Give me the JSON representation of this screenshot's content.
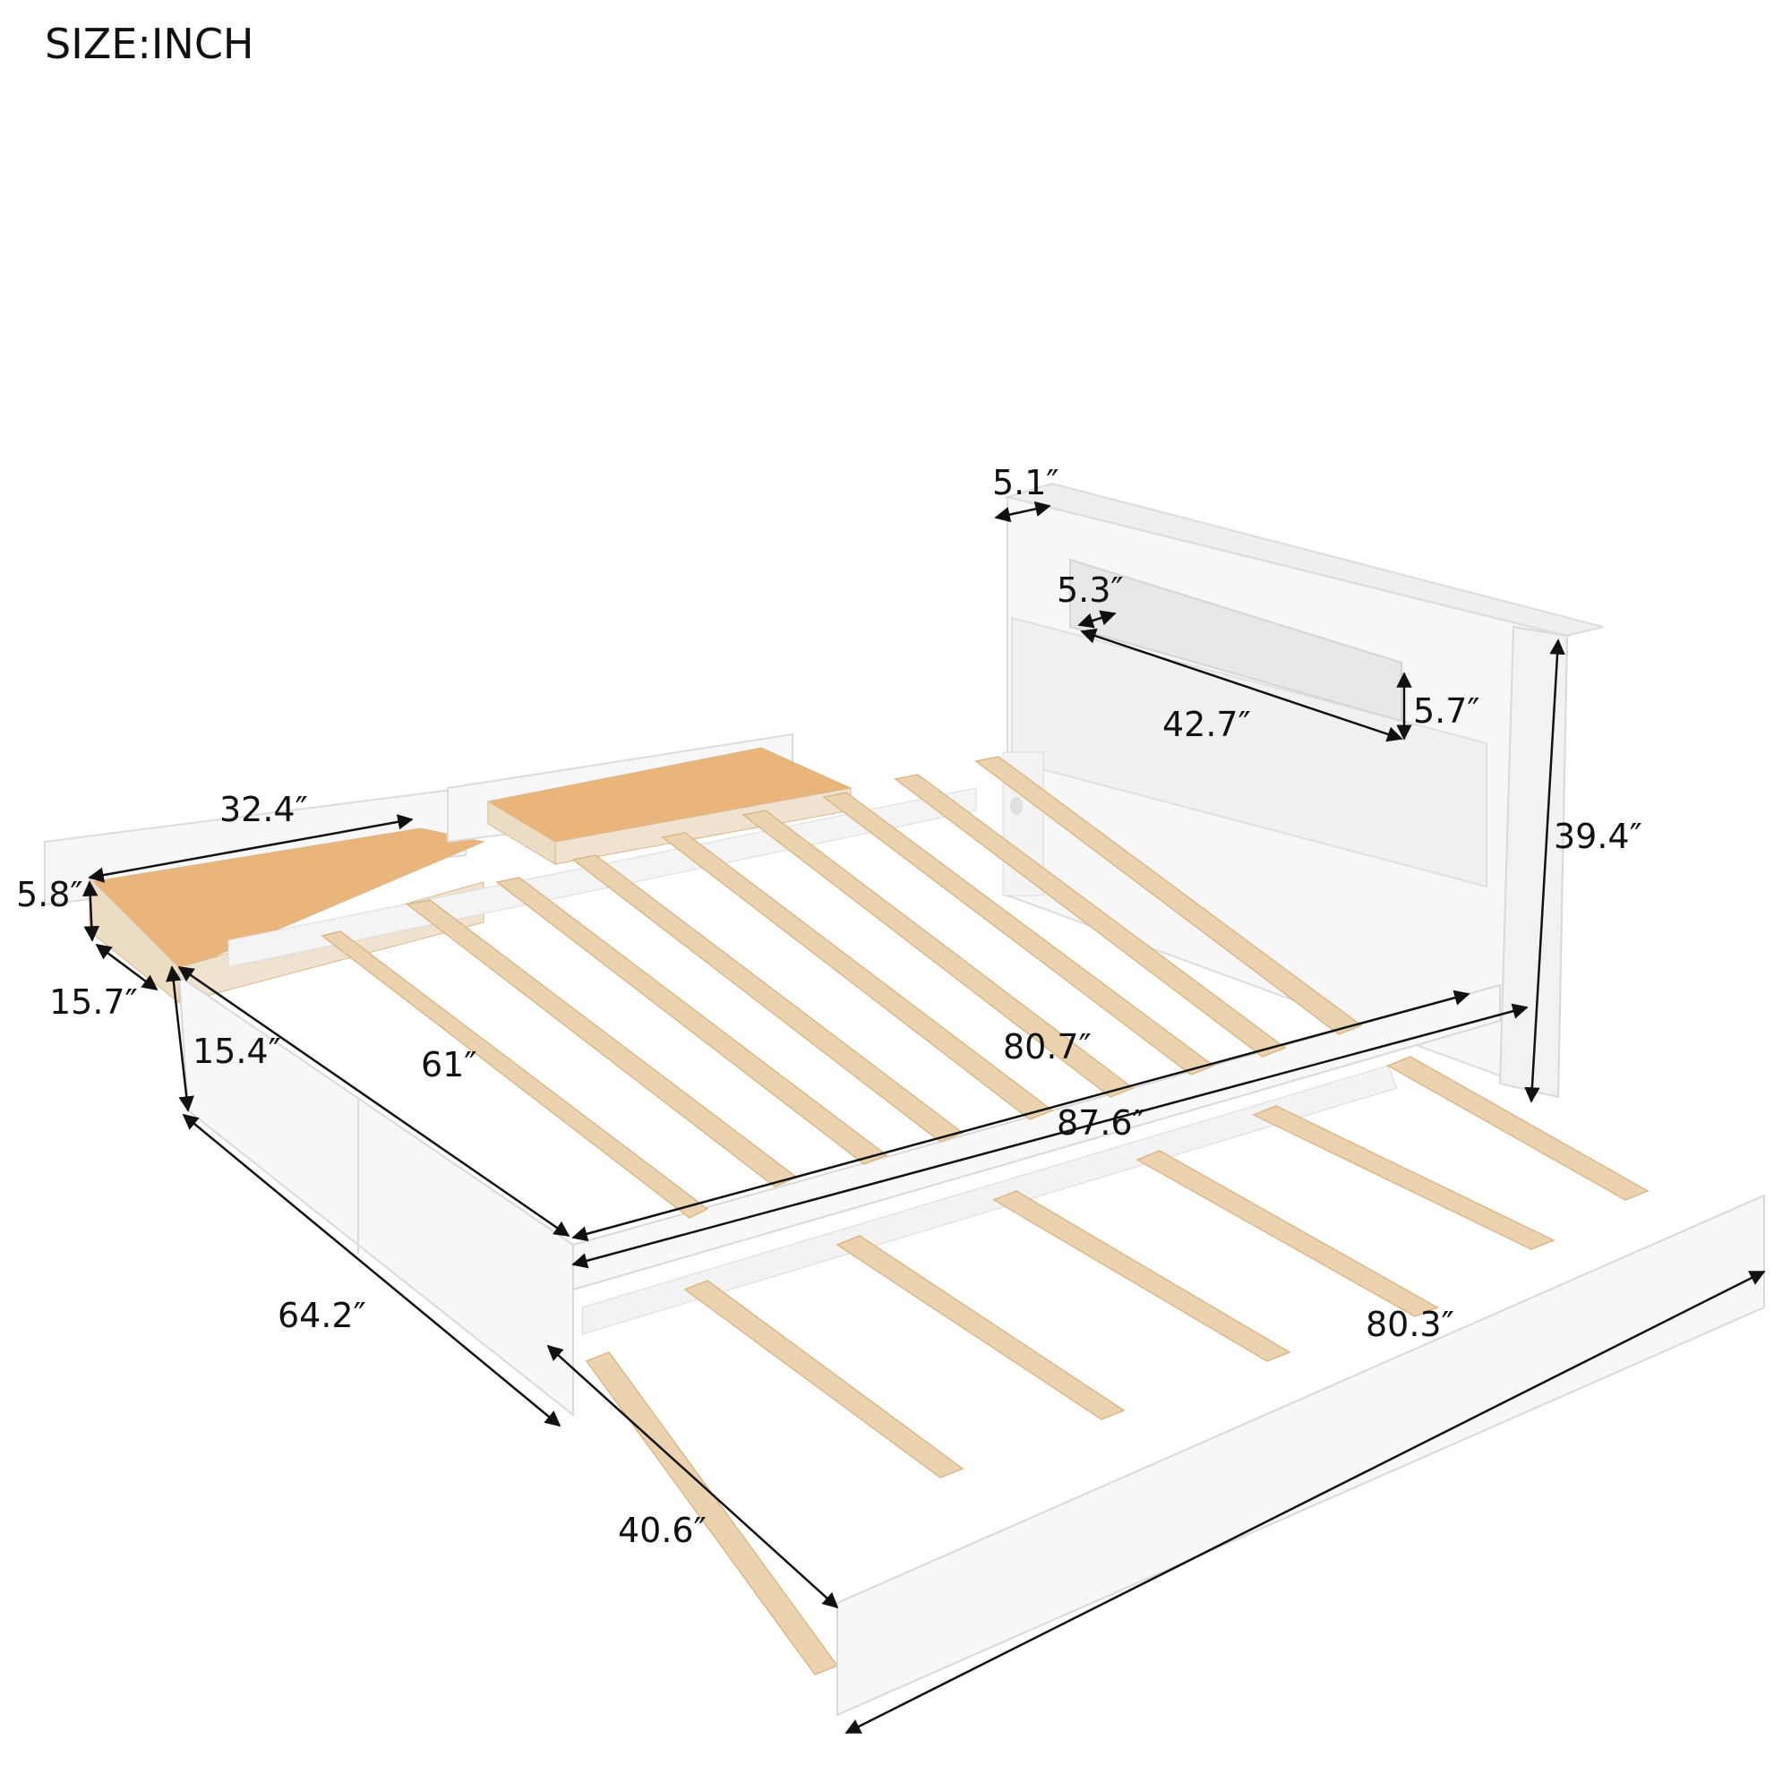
{
  "header": {
    "title": "SIZE:INCH"
  },
  "product": {
    "description": "White bed frame with storage headboard, two under-bed drawers, and pull-out trundle",
    "colors": {
      "frame": "#f7f7f7",
      "frame_shadow": "#e6e6e6",
      "frame_edge": "#d9d9d9",
      "slat": "#ecd3b0",
      "slat_edge": "#d9b88a",
      "drawer_wood": "#ecdcc4",
      "drawer_base": "#e9b57a",
      "dimension_line": "#111111"
    }
  },
  "dimensions": {
    "headboard_shelf_depth": "5.1″",
    "headboard_cubby_depth": "5.3″",
    "headboard_cubby_width": "42.7″",
    "headboard_cubby_height": "5.7″",
    "headboard_height": "39.4″",
    "drawer_length": "32.4″",
    "drawer_height": "5.8″",
    "drawer_depth": "15.7″",
    "footboard_height": "15.4″",
    "inner_width": "61″",
    "inner_length": "80.7″",
    "overall_length": "87.6″",
    "overall_width": "64.2″",
    "trundle_width": "40.6″",
    "trundle_length": "80.3″"
  }
}
